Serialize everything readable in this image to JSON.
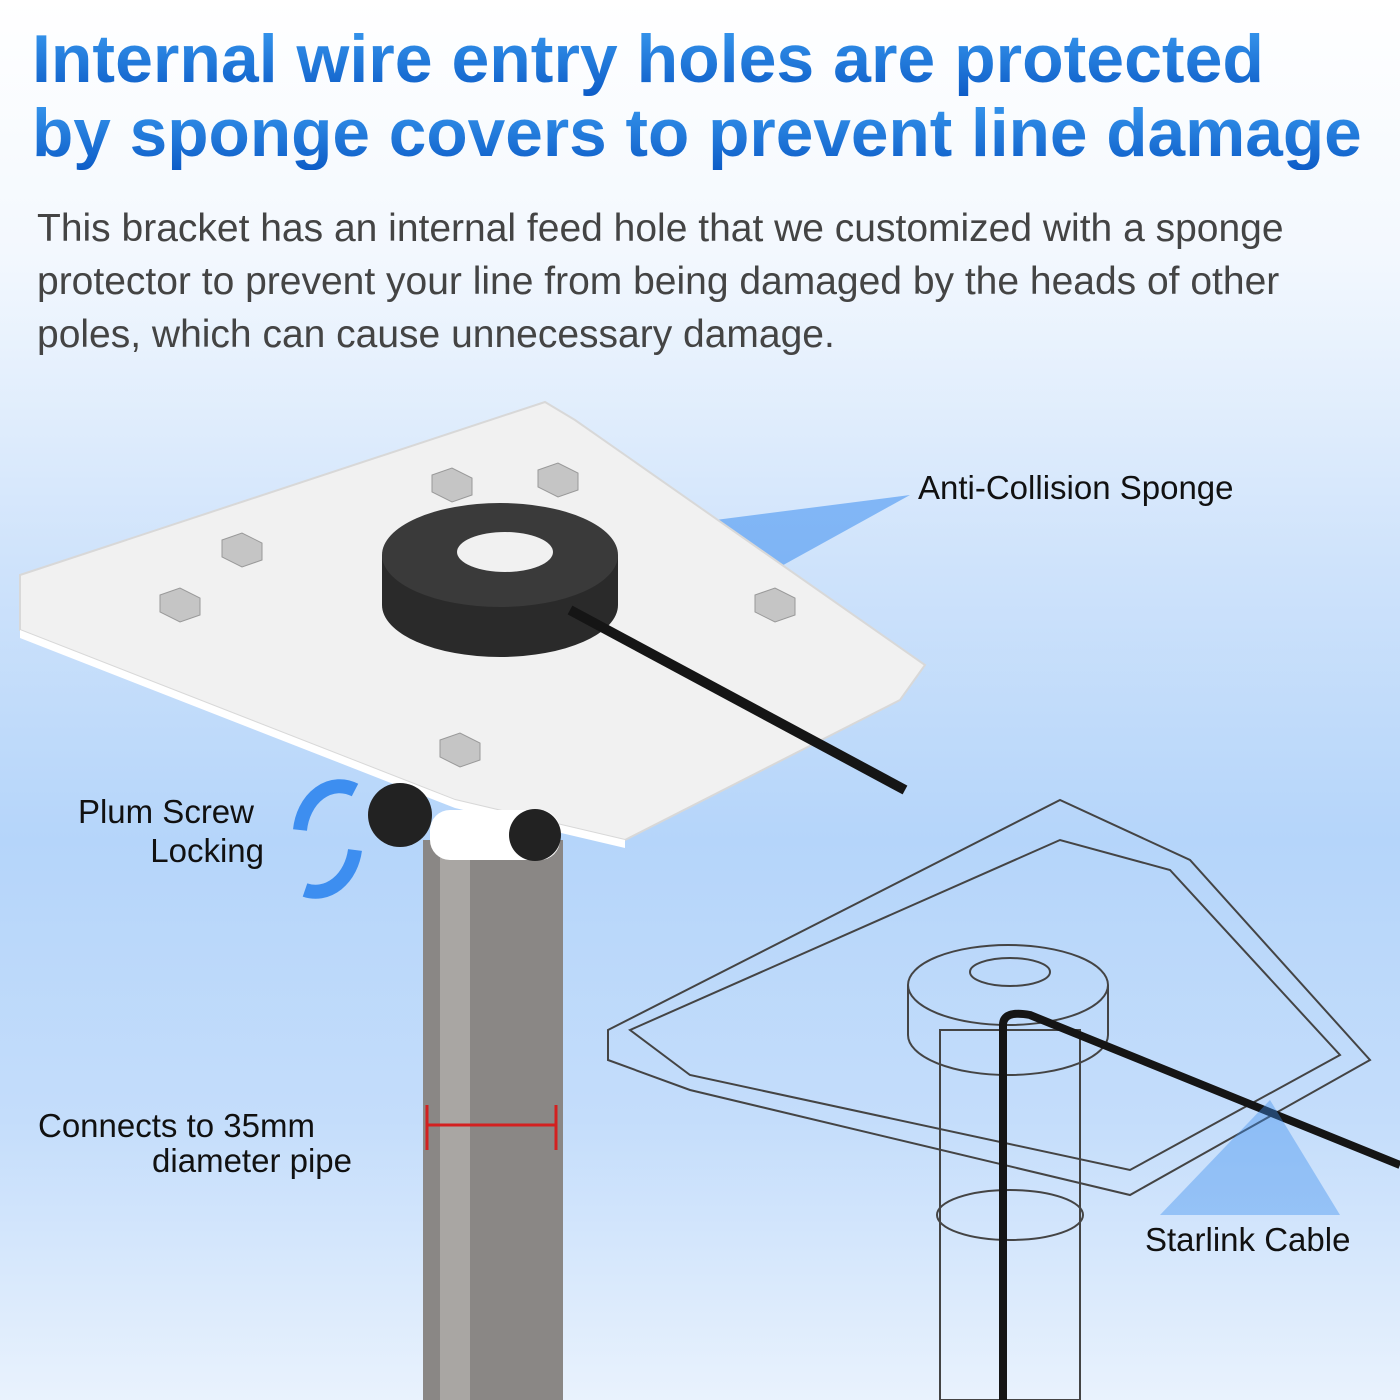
{
  "title": {
    "line1": "Internal wire entry holes are protected",
    "line2": "by sponge covers to prevent line damage"
  },
  "description": "This bracket has an internal feed hole that we customized with a sponge protector to prevent your line from being damaged by the heads of other poles, which can cause unnecessary damage.",
  "callouts": {
    "sponge": "Anti-Collision Sponge",
    "lock_line1": "Plum Screw",
    "lock_line2": "Locking",
    "pipe_line1": "Connects to 35mm",
    "pipe_line2": "diameter pipe",
    "cable": "Starlink Cable"
  },
  "colors": {
    "title": "#1976d9",
    "accent_arrow": "#3d8ef0",
    "measure": "#d32020"
  }
}
